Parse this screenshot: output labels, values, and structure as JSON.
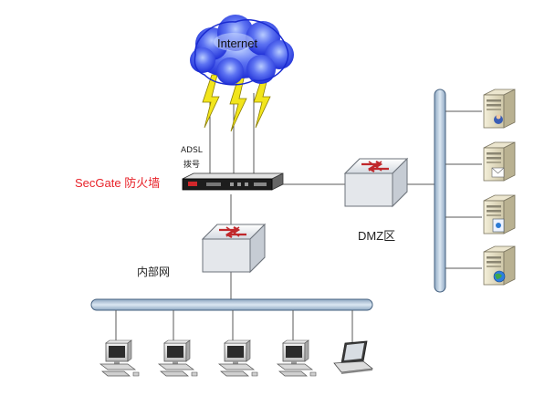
{
  "labels": {
    "internet": "Internet",
    "adsl_line1": "ADSL",
    "adsl_line2": "拨号",
    "firewall_brand": "SecGate",
    "firewall_suffix": "防火墙",
    "dmz": "DMZ区",
    "lan": "内部网"
  },
  "colors": {
    "cloud_fill": "#2f44e8",
    "cloud_highlight": "#a9c3ff",
    "firewall_label": "#e8232a",
    "bus_fill": "#b9cde0",
    "bus_stroke": "#44607f",
    "lightning": "#f2e51c"
  },
  "icons": [
    "cloud-icon",
    "lightning-icon",
    "firewall-appliance-icon",
    "switch-icon",
    "server-icon",
    "desktop-pc-icon",
    "laptop-icon"
  ]
}
